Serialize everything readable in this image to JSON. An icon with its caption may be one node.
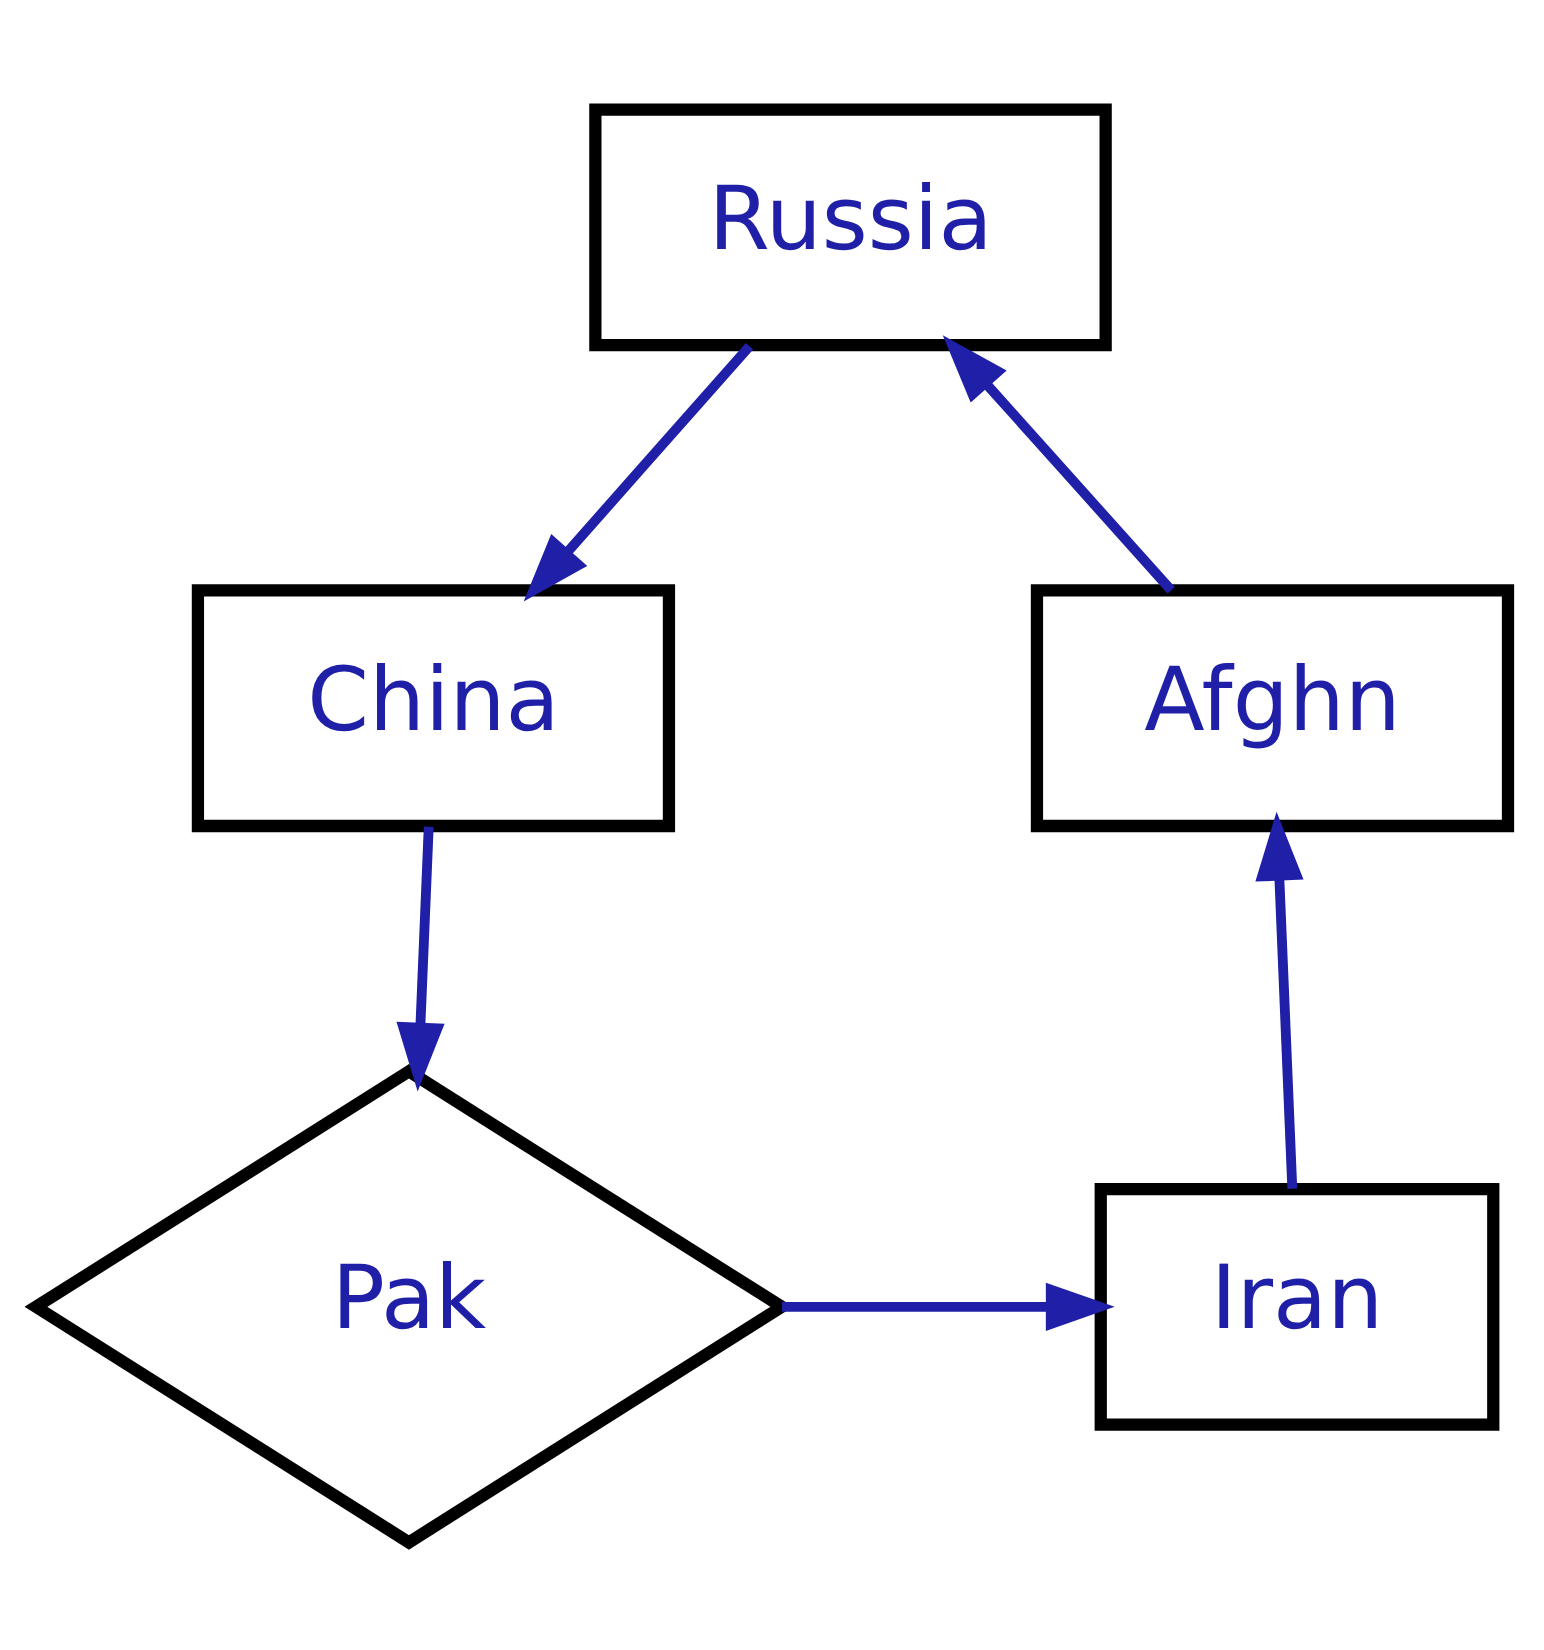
{
  "diagram": {
    "nodes": [
      {
        "text": [
          "Russia"
        ]
      },
      {
        "text": [
          "China"
        ]
      },
      {
        "text": [
          "Afghn"
        ]
      },
      {
        "text": [
          "Pak"
        ]
      },
      {
        "text": [
          "Iran"
        ]
      }
    ],
    "edges": [
      {
        "from": 2,
        "to": 0,
        "arrow": "to"
      },
      {
        "from": 0,
        "to": 1,
        "arrow": "to"
      },
      {
        "from": 1,
        "to": 3,
        "arrow": "to"
      },
      {
        "from": 3,
        "to": 4,
        "arrow": "to"
      },
      {
        "from": 4,
        "to": 2,
        "arrow": "to"
      }
    ]
  }
}
